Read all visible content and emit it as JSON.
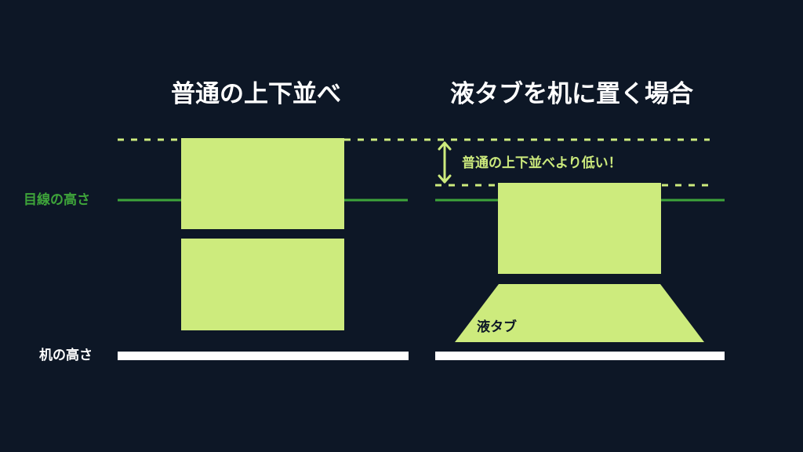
{
  "titles": {
    "left": "普通の上下並べ",
    "right": "液タブを机に置く場合"
  },
  "labels": {
    "eye_level": "目線の高さ",
    "desk_height": "机の高さ",
    "gap_note": "普通の上下並べより低い！",
    "tablet": "液タブ"
  },
  "colors": {
    "background": "#0d1726",
    "monitor_fill": "#cdeb7d",
    "eye_line": "#3ea43a",
    "desk_line": "#ffffff",
    "dotted_line": "#cdeb7d",
    "title_text": "#ffffff"
  }
}
